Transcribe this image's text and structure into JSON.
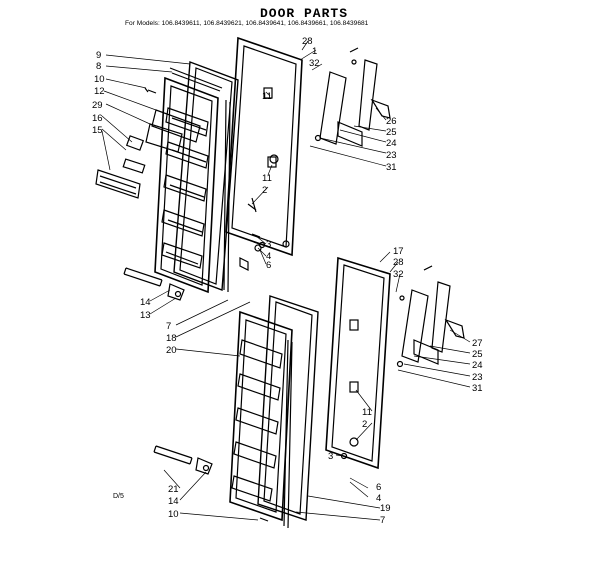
{
  "title": "DOOR PARTS",
  "models_line": "For Models: 106.8439611, 106.8439621, 106.8439641, 106.8439661, 106.8439681",
  "diagram_code": "D/5",
  "freezer_door_callouts": [
    "28",
    "1",
    "32",
    "9",
    "8",
    "10",
    "12",
    "29",
    "16",
    "15",
    "11",
    "11",
    "2",
    "3",
    "4",
    "6",
    "26",
    "25",
    "24",
    "23",
    "31",
    "14",
    "13",
    "7",
    "18",
    "20"
  ],
  "fresh_food_door_callouts": [
    "17",
    "28",
    "32",
    "27",
    "25",
    "24",
    "23",
    "31",
    "11",
    "2",
    "3",
    "6",
    "4",
    "19",
    "7",
    "21",
    "14",
    "10"
  ]
}
